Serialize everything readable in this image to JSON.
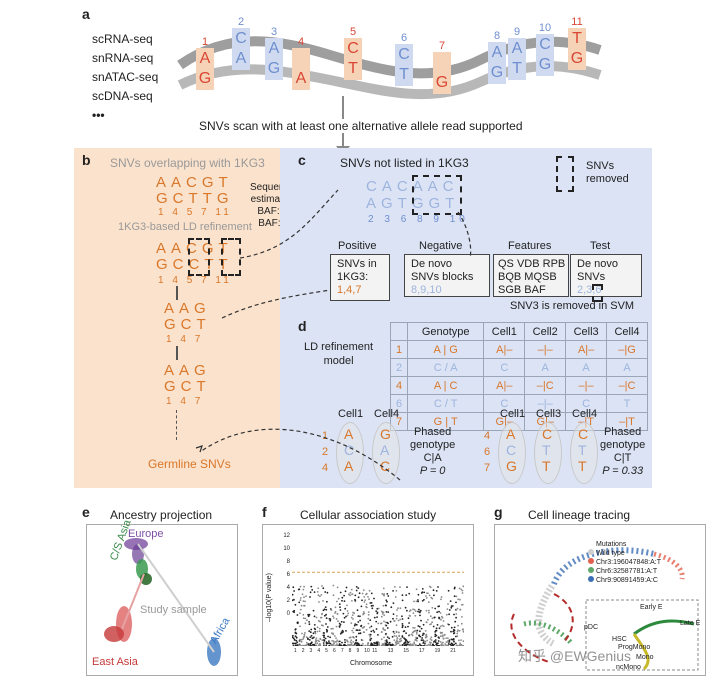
{
  "panel_a": {
    "letter": "a",
    "techniques": [
      "scRNA-seq",
      "snRNA-seq",
      "snATAC-seq",
      "scDNA-seq",
      "•••"
    ],
    "positions": [
      "1",
      "2",
      "3",
      "4",
      "5",
      "6",
      "7",
      "8",
      "9",
      "10",
      "11"
    ],
    "ref_bases": [
      "A",
      "C",
      "A",
      "",
      "C",
      "C",
      "",
      "A",
      "A",
      "C",
      "T"
    ],
    "alt_bases": [
      "G",
      "A",
      "G",
      "A",
      "T",
      "T",
      "G",
      "G",
      "T",
      "G",
      "G"
    ],
    "scan_caption": "SNVs scan with at least one alternative allele read supported"
  },
  "panel_b": {
    "letter": "b",
    "title": "SNVs overlapping with 1KG3",
    "row1": "AACGT",
    "row2": "GCTTG",
    "nums": [
      "1",
      "4",
      "5",
      "7",
      "11"
    ],
    "ld_caption": "1KG3-based LD refinement",
    "err_model": [
      "Sequencing error",
      "estimation model",
      "BAF: GT->CC",
      "BAF: TG->TT"
    ],
    "refined_row1": "AACGT",
    "refined_row2": "GCCTT",
    "refined_nums": [
      "1",
      "4",
      "5",
      "7",
      "11"
    ],
    "hap1_row1": "AAG",
    "hap1_row2": "GCT",
    "hap1_nums": [
      "1",
      "4",
      "7"
    ],
    "hap2_row1": "AAG",
    "hap2_row2": "GCT",
    "hap2_nums": [
      "1",
      "4",
      "7"
    ],
    "germline": "Germline SNVs"
  },
  "panel_c": {
    "letter": "c",
    "title": "SNVs not listed in 1KG3",
    "row1": "CACAAC",
    "row2": "AGTGGT",
    "nums": [
      "2",
      "3",
      "6",
      "8",
      "9",
      "10"
    ],
    "legend": [
      "SNVs",
      "removed"
    ],
    "positive_title": "Positive",
    "positive_text": [
      "SNVs in",
      "1KG3:"
    ],
    "positive_vals": "1,4,7",
    "negative_title": "Negative",
    "negative_text": [
      "De novo",
      "SNVs blocks"
    ],
    "negative_vals": "8,9,10",
    "features_title": "Features",
    "features_text": [
      "QS VDB RPB",
      "BQB MQSB",
      "SGB BAF"
    ],
    "test_title": "Test",
    "test_text": [
      "De novo",
      "SNVs"
    ],
    "test_vals": "2,3,6",
    "svm_note": "SNV3 is removed in SVM"
  },
  "panel_d": {
    "letter": "d",
    "model_label": [
      "LD refinement",
      "model"
    ],
    "headers": [
      "",
      "Genotype",
      "Cell1",
      "Cell2",
      "Cell3",
      "Cell4"
    ],
    "rows": [
      [
        "1",
        "A | G",
        "A|–",
        "–|–",
        "A|–",
        "–|G"
      ],
      [
        "2",
        "C / A",
        "C",
        "A",
        "A",
        "A"
      ],
      [
        "4",
        "A | C",
        "A|–",
        "–|C",
        "–|–",
        "–|C"
      ],
      [
        "6",
        "C / T",
        "C",
        "–|–",
        "C",
        "T"
      ],
      [
        "7",
        "G | T",
        "G|–",
        "G|–",
        "–|T",
        "–|T"
      ]
    ],
    "left_cells": [
      "Cell1",
      "Cell4"
    ],
    "left_nums": [
      "1",
      "2",
      "4"
    ],
    "left_c1": [
      "A",
      "C",
      "A"
    ],
    "left_c4": [
      "G",
      "A",
      "C"
    ],
    "left_phased": [
      "Phased",
      "genotype",
      "C|A",
      "P = 0"
    ],
    "right_cells": [
      "Cell1",
      "Cell3",
      "Cell4"
    ],
    "right_nums": [
      "4",
      "6",
      "7"
    ],
    "right_c1": [
      "A",
      "C",
      "G"
    ],
    "right_c3": [
      "C",
      "T",
      "T"
    ],
    "right_c4": [
      "C",
      "T",
      "T"
    ],
    "right_phased": [
      "Phased",
      "genotype",
      "C|T",
      "P = 0.33"
    ]
  },
  "panel_e": {
    "letter": "e",
    "title": "Ancestry projection",
    "labels": [
      "Europe",
      "C/S Asia",
      "Study sample",
      "East Asia",
      "Africa"
    ]
  },
  "panel_f": {
    "letter": "f",
    "title": "Cellular association study",
    "ylabel": "–log10(P value)",
    "xlabel": "Chromosome",
    "yticks": [
      "0",
      "2",
      "4",
      "6",
      "8",
      "10",
      "12"
    ],
    "chromosomes": [
      "1",
      "2",
      "3",
      "4",
      "5",
      "6",
      "7",
      "8",
      "9",
      "10",
      "11",
      "12",
      "13",
      "14",
      "15",
      "16",
      "17",
      "18",
      "19",
      "20",
      "21",
      "22"
    ]
  },
  "panel_g": {
    "letter": "g",
    "title": "Cell lineage tracing",
    "legend_title": "Mutations",
    "legend": [
      "Wild type",
      "Chr3:196047848:A:T",
      "Chr6:32587781:A:T",
      "Chr9:90891459:A:C"
    ],
    "legend_colors": [
      "#cfcfcf",
      "#e2604f",
      "#5fa86a",
      "#3c6fb5"
    ],
    "labels": [
      "Early E",
      "Late E",
      "pDC",
      "HSC",
      "ProgMono",
      "Mono",
      "ncMono"
    ],
    "watermark": "知乎 @EWGenius"
  }
}
